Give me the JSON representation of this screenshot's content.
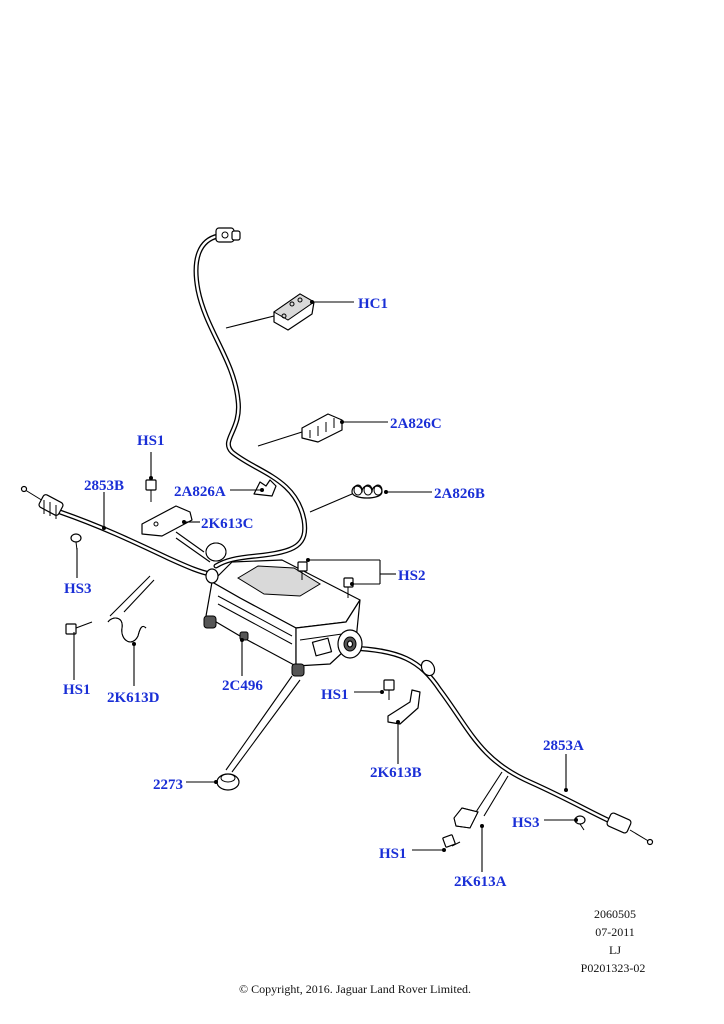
{
  "colors": {
    "callout": "#1a2fd6",
    "line": "#000000",
    "background": "#ffffff"
  },
  "labels": {
    "hc1": "HC1",
    "a2826c": "2A826C",
    "a2826a": "2A826A",
    "a2826b": "2A826B",
    "hs1_top": "HS1",
    "b2853": "2853B",
    "k2613c": "2K613C",
    "hs2": "HS2",
    "hs3_left": "HS3",
    "hs1_left": "HS1",
    "k2613d": "2K613D",
    "c2496": "2C496",
    "hs1_mid": "HS1",
    "k2613b": "2K613B",
    "a2853": "2853A",
    "p2273": "2273",
    "hs3_right": "HS3",
    "hs1_bottom": "HS1",
    "k2613a": "2K613A"
  },
  "meta": {
    "code": "2060505",
    "date": "07-2011",
    "initials": "LJ",
    "ref": "P0201323-02",
    "copyright": "© Copyright, 2016. Jaguar Land Rover Limited."
  }
}
